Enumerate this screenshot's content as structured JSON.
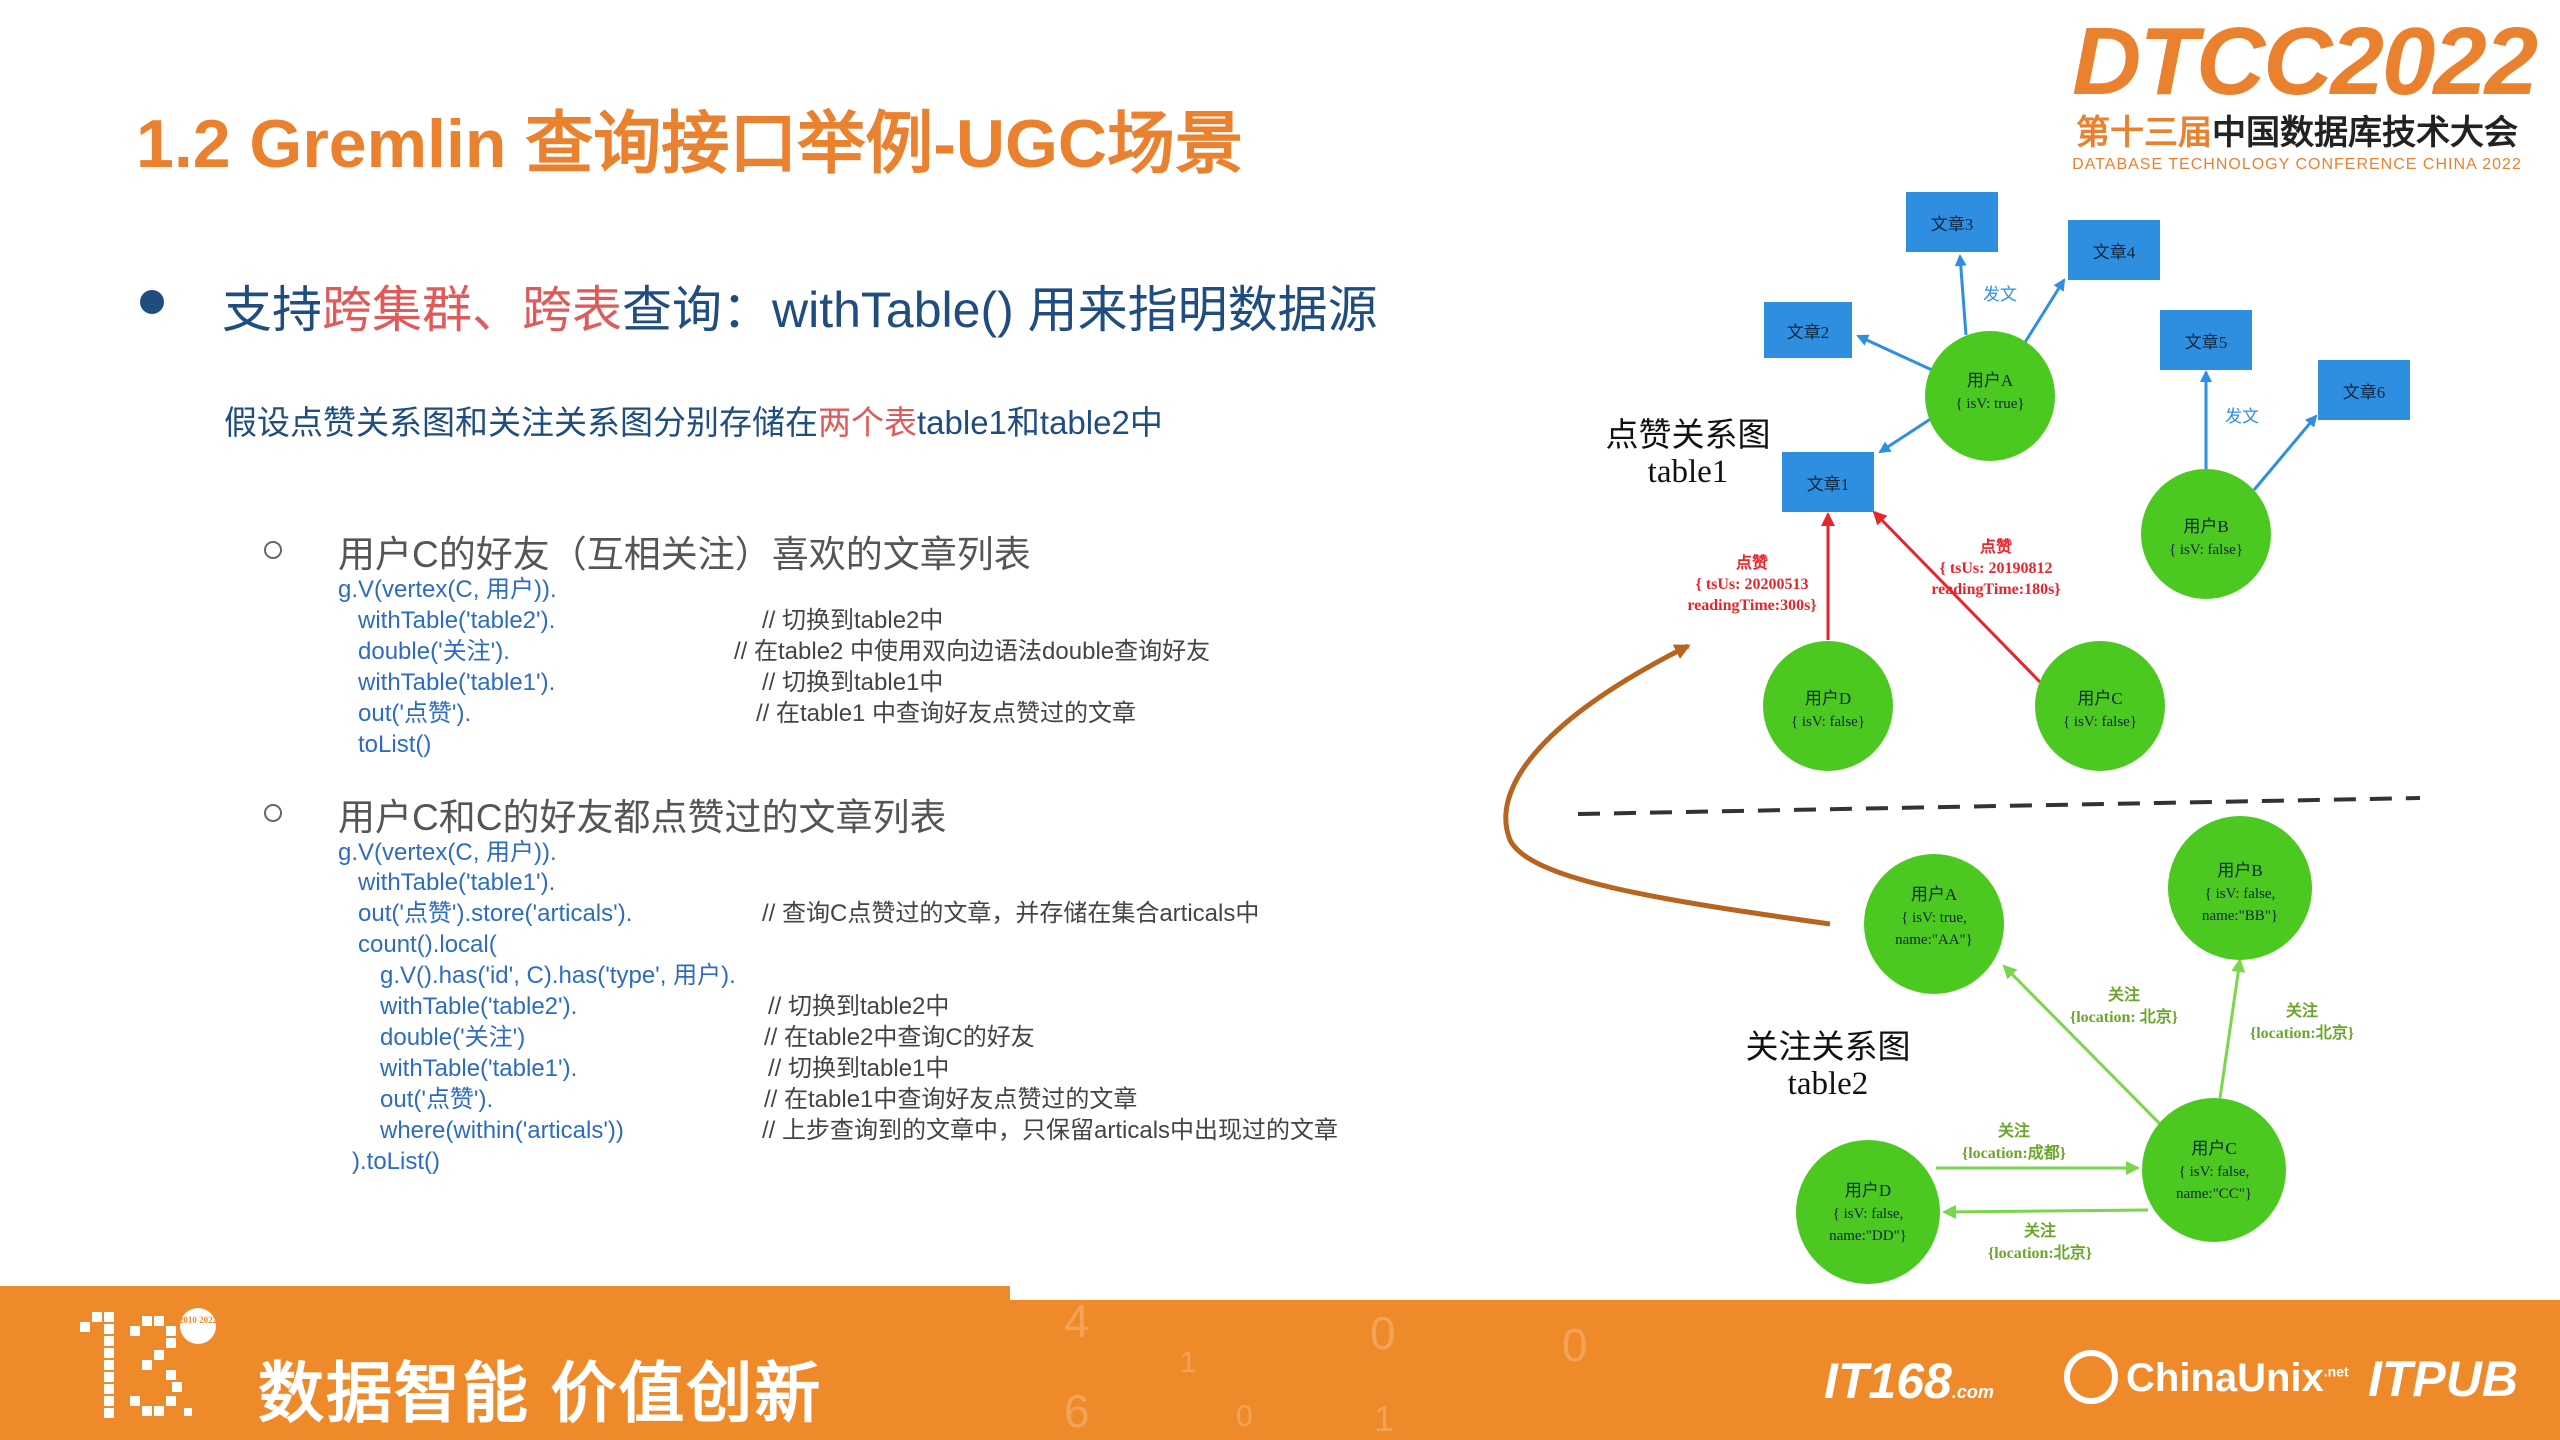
{
  "header": {
    "title": "1.2 Gremlin 查询接口举例-UGC场景",
    "logo_main": "DTCC2022",
    "logo_cn_prefix": "第十三届",
    "logo_cn_suffix": "中国数据库技术大会",
    "logo_en": "DATABASE TECHNOLOGY CONFERENCE CHINA 2022"
  },
  "bullet": {
    "p1": "支持",
    "p2": "跨集群、跨表",
    "p3": "查询：withTable() 用来指明数据源"
  },
  "note": {
    "p1": "假设点赞关系图和关注关系图分别存储在",
    "p2": "两个表",
    "p3": "table1和table2中"
  },
  "section1": {
    "heading": "用户C的好友（互相关注）喜欢的文章列表",
    "code": [
      "g.V(vertex(C, 用户)).",
      "withTable('table2').",
      "double('关注').",
      "withTable('table1').",
      "out('点赞').",
      "toList()"
    ],
    "comments": [
      "// 切换到table2中",
      "// 在table2 中使用双向边语法double查询好友",
      "// 切换到table1中",
      "// 在table1 中查询好友点赞过的文章"
    ]
  },
  "section2": {
    "heading": "用户C和C的好友都点赞过的文章列表",
    "code": [
      "g.V(vertex(C, 用户)).",
      "withTable('table1').",
      "out('点赞').store('articals').",
      "count().local(",
      "g.V().has('id', C).has('type', 用户).",
      "withTable('table2').",
      "double('关注')",
      "withTable('table1').",
      "out('点赞').",
      "where(within('articals'))",
      ").toList()"
    ],
    "comments": [
      "// 查询C点赞过的文章，并存储在集合articals中",
      "// 切换到table2中",
      "// 在table2中查询C的好友",
      "// 切换到table1中",
      "// 在table1中查询好友点赞过的文章",
      "// 上步查询到的文章中，只保留articals中出现过的文章"
    ]
  },
  "diagram": {
    "colors": {
      "article": "#2e8fe0",
      "user": "#4cc920",
      "like_edge": "#e8242c",
      "follow_edge": "#7ad64a",
      "arrow_blue": "#2e8fe0",
      "link": "#b5651d"
    },
    "table1_label": "点赞关系图",
    "table1_name": "table1",
    "table2_label": "关注关系图",
    "table2_name": "table2",
    "articles": [
      "文章1",
      "文章2",
      "文章3",
      "文章4",
      "文章5",
      "文章6"
    ],
    "publish_label": "发文",
    "users_t1": {
      "a_name": "用户A",
      "a_attr": "{ isV: true}",
      "b_name": "用户B",
      "b_attr": "{ isV: false}",
      "c_name": "用户C",
      "c_attr": "{ isV: false}",
      "d_name": "用户D",
      "d_attr": "{ isV: false}"
    },
    "like_d": {
      "label": "点赞",
      "attr1": "{ tsUs: 20200513",
      "attr2": "readingTime:300s}"
    },
    "like_c": {
      "label": "点赞",
      "attr1": "{ tsUs: 20190812",
      "attr2": "readingTime:180s}"
    },
    "users_t2": {
      "a_name": "用户A",
      "a_attr1": "{ isV: true,",
      "a_attr2": "name:\"AA\"}",
      "b_name": "用户B",
      "b_attr1": "{ isV: false,",
      "b_attr2": "name:\"BB\"}",
      "c_name": "用户C",
      "c_attr1": "{ isV: false,",
      "c_attr2": "name:\"CC\"}",
      "d_name": "用户D",
      "d_attr1": "{ isV: false,",
      "d_attr2": "name:\"DD\"}"
    },
    "follow_ca": {
      "label": "关注",
      "attr": "{location: 北京}"
    },
    "follow_cb": {
      "label": "关注",
      "attr": "{location:北京}"
    },
    "follow_dc": {
      "label": "关注",
      "attr": "{location:成都}"
    },
    "follow_cd": {
      "label": "关注",
      "attr": "{location:北京}"
    }
  },
  "footer": {
    "badge_years": "2010 2022",
    "slogan": "数据智能  价值创新",
    "logo_itpub_top": "IT168",
    "logo_itpub_sub": ".com",
    "logo_chinaunix": "ChinaUnix",
    "logo_chinaunix_net": ".net",
    "logo_itpub": "ITPUB",
    "deco_digits": [
      "4",
      "0",
      "1",
      "0",
      "6",
      "1",
      "0"
    ]
  }
}
